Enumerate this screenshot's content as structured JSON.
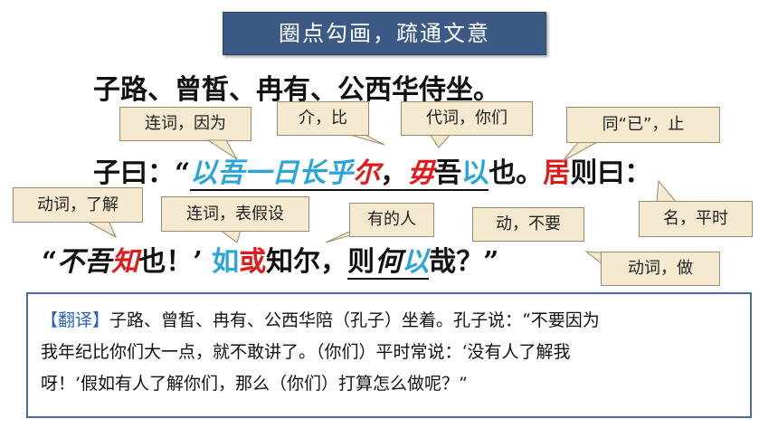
{
  "title": "圈点勾画，疏通文意",
  "line1": "子路、曾皙、冉有、公西华侍坐。",
  "line2": {
    "open": "子曰：“",
    "c1": "以吾一日长",
    "c2": "乎",
    "c3": "尔",
    "comma": "，",
    "c4": "毋",
    "c5": "吾",
    "c6": "以",
    "c7": "也。",
    "c8": "居",
    "c9": "则曰："
  },
  "line3": {
    "open": "“",
    "c1": "不吾",
    "c2": "知",
    "c3": "也！’",
    "c4": "如",
    "c5": "或",
    "c6": "知尔，",
    "c7": "则",
    "c8": "何",
    "c9": "以",
    "c10": "哉？”"
  },
  "callouts": {
    "lianci_yinwei": "连词，因为",
    "jie_bi": "介，比",
    "daici_nimen": "代词，你们",
    "tong_yi_zhi": "同“已”，止",
    "dongci_liaojie": "动词，了解",
    "lianci_biaojiashe": "连词，表假设",
    "youde_ren": "有的人",
    "dong_buyao": "动，不要",
    "ming_pingshi": "名，平时",
    "dongci_zuo": "动词，做"
  },
  "translation": {
    "tag": "【翻译】",
    "text1": "子路、曾皙、冉有、公西华陪（孔子）坐着。孔子说：“不要因为",
    "text2": "我年纪比你们大一点，就不敢讲了。（你们）平时常说：‘没有人了解我",
    "text3": "呀！’假如有人了解你们，那么（你们）打算怎么做呢？”"
  },
  "colors": {
    "title_bg": "#3d5a86",
    "highlight_blue": "#2aa5dc",
    "highlight_red": "#e01b1b",
    "callout_bg": "#f5e9cf",
    "box_border": "#4a6aa0"
  }
}
